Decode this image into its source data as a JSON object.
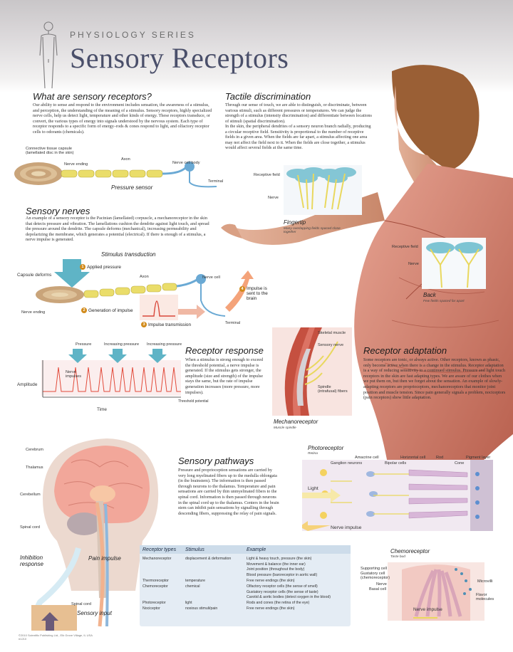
{
  "header": {
    "series": "PHYSIOLOGY SERIES",
    "title": "Sensory Receptors"
  },
  "what": {
    "heading": "What are sensory receptors?",
    "body": "Our ability to sense and respond to the environment includes sensation, the awareness of a stimulus, and perception, the understanding of the meaning of a stimulus. Sensory receptors, highly specialized nerve cells, help us detect light, temperature and other kinds of energy. These receptors transduce, or convert, the various types of energy into signals understood by the nervous system. Each type of receptor responds to a specific form of energy–rods & cones respond to light, and olfactory receptor cells to odorants (chemicals)."
  },
  "tactile": {
    "heading": "Tactile discrimination",
    "body1": "Through our sense of touch, we are able to distinguish, or discriminate, between various stimuli, such as different pressures or temperatures. We can judge the strength of a stimulus (intensity discrimination) and differentiate between locations of stimuli (spatial discrimination).",
    "body2": "In the skin, the peripheral dendrites of a sensory neuron branch radially, producing a circular receptive field. Sensitivity is proportional to the number of receptive fields in a given area. When the fields are far apart, a stimulus affecting one area may not affect the field next to it. When the fields are close together, a stimulus would affect several fields at the same time.",
    "receptive_field": "Receptive field",
    "nerve": "Nerve",
    "fingertip": "Fingertip",
    "fingertip_sub": "Many overlapping fields spaced close together",
    "back_receptive": "Receptive field",
    "back_nerve": "Nerve",
    "back": "Back",
    "back_sub": "Few fields spaced far apart"
  },
  "pressure": {
    "capsule": "Connective tissue capsule (lamellated disc in the skin)",
    "nerve_ending": "Nerve ending",
    "axon": "Axon",
    "cell_body": "Nerve cell body",
    "terminal": "Terminal",
    "caption": "Pressure sensor"
  },
  "nerves": {
    "heading": "Sensory nerves",
    "body": "An example of a sensory receptor is the Pacinian (lamellated) corpuscle, a mechanoreceptor in the skin that detects pressure and vibration. The lamellations cushion the dendrite against light touch, and spread the pressure around the dendrite. The capsule deforms (mechanical), increasing permeability and depolarizing the membrane, which generates a potential (electrical). If there is enough of a stimulus, a nerve impulse is generated."
  },
  "transduction": {
    "heading": "Stimulus transduction",
    "applied_pressure": "Applied pressure",
    "capsule_deforms": "Capsule deforms",
    "axon": "Axon",
    "nerve_cell": "Nerve cell",
    "nerve_ending": "Nerve ending",
    "generation": "Generation of impulse",
    "transmission": "Impulse transmission",
    "sent": "Impulse is sent to the brain",
    "terminal": "Terminal",
    "n1": "1",
    "n2": "2",
    "n3": "3",
    "n4": "4"
  },
  "response": {
    "heading": "Receptor response",
    "body": "When a stimulus is strong enough to exceed the threshold potential, a nerve impulse is generated. If the stimulus gets stronger, the amplitude (size and strength) of the impulse stays the same, but the rate of impulse generation increases (more pressure, more impulses).",
    "pressure": "Pressure",
    "increasing1": "Increasing pressure",
    "increasing2": "Increasing pressure",
    "nerve_impulses": "Nerve impulses",
    "amplitude": "Amplitude",
    "time": "Time",
    "threshold": "Threshold potential"
  },
  "mechano": {
    "skeletal": "Skeletal muscle",
    "sensory_nerve": "Sensory nerve",
    "spindle": "Spindle (intrafusal) fibers",
    "caption": "Mechanoreceptor",
    "sub": "Muscle spindle"
  },
  "adaptation": {
    "heading": "Receptor adaptation",
    "body": "Some receptors are tonic, or always active. Other receptors, known as phasic, only become active when there is a change in the stimulus. Receptor adaptation is a way of reducing sensitivity to a continued stimulus. Pressure and light touch receptors in the skin are fast adapting types. We are aware of our clothes when we put them on, but then we forget about the sensation. An example of slowly-adapting receptors are proprioceptors, mechanoreceptors that monitor joint position and muscle tension. Since pain generally signals a problem, nociceptors (pain receptors) show little adaptation."
  },
  "brain": {
    "cerebrum": "Cerebrum",
    "thalamus": "Thalamus",
    "cerebellum": "Cerebellum",
    "spinal_cord": "Spinal cord",
    "inhibition": "Inhibition response",
    "pain": "Pain impulse",
    "spinal_cord2": "Spinal cord",
    "sensory_input": "Sensory input"
  },
  "pathways": {
    "heading": "Sensory pathways",
    "body": "Pressure and proprioception sensations are carried by very long myelinated fibers up to the medulla oblongata (in the brainstem). The information is then passed through neurons to the thalamus. Temperature and pain sensations are carried by thin unmyelinated fibers to the spinal cord. Information is then passed through neurons in the spinal cord up to the thalamus. Centers in the brain stem can inhibit pain sensations by signalling through descending fibers, suppressing the relay of pain signals."
  },
  "photo": {
    "heading": "Photoreceptor",
    "sub": "Retina",
    "amacrine": "Amacrine cell",
    "horizontal": "Horizontal cell",
    "rod": "Rod",
    "pigment": "Pigment layer",
    "ganglion": "Ganglion neurons",
    "bipolar": "Bipolar cells",
    "cone": "Cone",
    "light": "Light",
    "impulse": "Nerve impulse"
  },
  "table": {
    "headers": [
      "Receptor types",
      "Stimulus",
      "Example"
    ],
    "rows": [
      [
        "Mechanoreceptor",
        "displacement & deformation",
        "Light & heavy touch, pressure (the skin)"
      ],
      [
        "",
        "",
        "Movement & balance (the inner ear)"
      ],
      [
        "",
        "",
        "Joint position (throughout the body)"
      ],
      [
        "",
        "",
        "Blood pressure (baroreceptor in aortic wall)"
      ],
      [
        "Thermoreceptor",
        "temperature",
        "Free nerve endings (the skin)"
      ],
      [
        "Chemoreceptor",
        "chemical",
        "Olfactory receptor cells (the sense of smell)"
      ],
      [
        "",
        "",
        "Gustatory receptor cells (the sense of taste)"
      ],
      [
        "",
        "",
        "Carotid & aortic bodies (detect oxygen in the blood)"
      ],
      [
        "Photoreceptor",
        "light",
        "Rods and cones (the retina of the eye)"
      ],
      [
        "Nociceptor",
        "noxious stimuli/pain",
        "Free nerve endings (the skin)"
      ]
    ]
  },
  "chemo": {
    "heading": "Chemoreceptor",
    "sub": "Taste bud",
    "supporting": "Supporting cell",
    "gustatory": "Gustatory cell (chemoreceptor)",
    "nerve": "Nerve",
    "basal": "Basal cell",
    "microvilli": "Microvilli",
    "flavor": "Flavor molecules",
    "impulse": "Nerve impulse"
  },
  "footer": {
    "line1": "©2010 Scientific Publishing Ltd., Elk Grove Village, IL USA",
    "line2": "#1210"
  }
}
